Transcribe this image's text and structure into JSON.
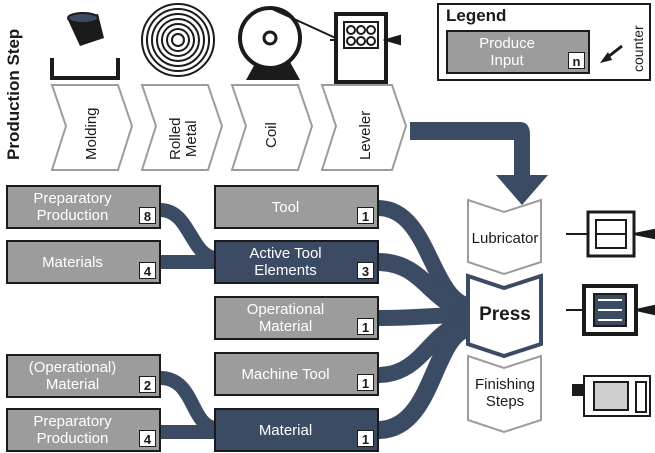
{
  "production_step_label": "Production Step",
  "steps": [
    "Molding",
    "Rolled\nMetal",
    "Coil",
    "Leveler"
  ],
  "legend": {
    "title": "Legend",
    "box_label": "Produce\nInput",
    "counter_symbol": "n",
    "counter_label": "counter"
  },
  "inputs": {
    "prep_top": {
      "label": "Preparatory\nProduction",
      "count": "8"
    },
    "materials": {
      "label": "Materials",
      "count": "4"
    },
    "tool": {
      "label": "Tool",
      "count": "1"
    },
    "active_tool": {
      "label": "Active Tool\nElements",
      "count": "3"
    },
    "operational": {
      "label": "Operational\nMaterial",
      "count": "1"
    },
    "machine_tool": {
      "label": "Machine Tool",
      "count": "1"
    },
    "op_material": {
      "label": "(Operational)\nMaterial",
      "count": "2"
    },
    "prep_bottom": {
      "label": "Preparatory\nProduction",
      "count": "4"
    },
    "material": {
      "label": "Material",
      "count": "1"
    }
  },
  "right_steps": {
    "lubricator": "Lubricator",
    "press": "Press",
    "finishing": "Finishing\nSteps"
  },
  "colors": {
    "dark": "#3b4b63",
    "grey": "#9c9c9c",
    "outline": "#1b1b1b"
  }
}
